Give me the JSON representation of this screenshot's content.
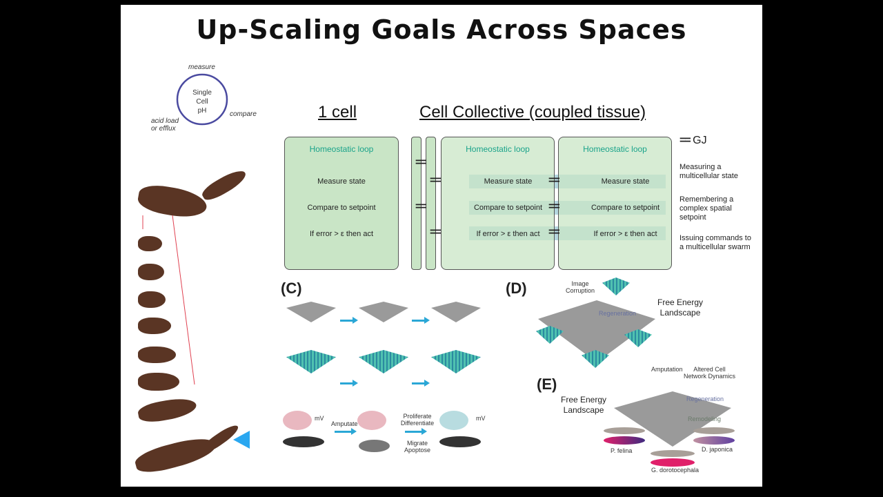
{
  "title": "Up-Scaling Goals Across Spaces",
  "ph_cycle": {
    "center": [
      "Single",
      "Cell",
      "pH"
    ],
    "measure": "measure",
    "compare": "compare",
    "act": [
      "acid load",
      "or efflux"
    ]
  },
  "headers": {
    "one_cell": "1 cell",
    "collective": "Cell Collective (coupled tissue)"
  },
  "loop": {
    "title": "Homeostatic loop",
    "measure": "Measure state",
    "compare": "Compare to setpoint",
    "act": "If error > ε then act"
  },
  "gj": {
    "symbol": "==",
    "label": "GJ"
  },
  "side_notes": [
    "Measuring a multicellular state",
    "Remembering a complex spatial setpoint",
    "Issuing commands to a multicellular swarm"
  ],
  "panel_c": {
    "label": "(C)",
    "amputate": "Amputate",
    "mv": "mV",
    "proc1": [
      "Proliferate",
      "Differentiate"
    ],
    "proc2": [
      "Migrate",
      "Apoptose"
    ]
  },
  "panel_d": {
    "label": "(D)",
    "image": [
      "Image",
      "Corruption"
    ],
    "regeneration": "Regeneration",
    "fe": [
      "Free Energy",
      "Landscape"
    ]
  },
  "panel_e": {
    "label": "(E)",
    "fe": [
      "Free Energy",
      "Landscape"
    ],
    "amputation": "Amputation",
    "altered": [
      "Altered Cell",
      "Network Dynamics"
    ],
    "regeneration": "Regeneration",
    "remodeling": "Remodeling",
    "species": [
      "P. felina",
      "D. japonica",
      "G. dorotocephala"
    ]
  },
  "colors": {
    "box": "#c9e5c6",
    "loop": "#1aa38a",
    "arrow": "#2aa7d6",
    "limb": "#5a3524"
  }
}
